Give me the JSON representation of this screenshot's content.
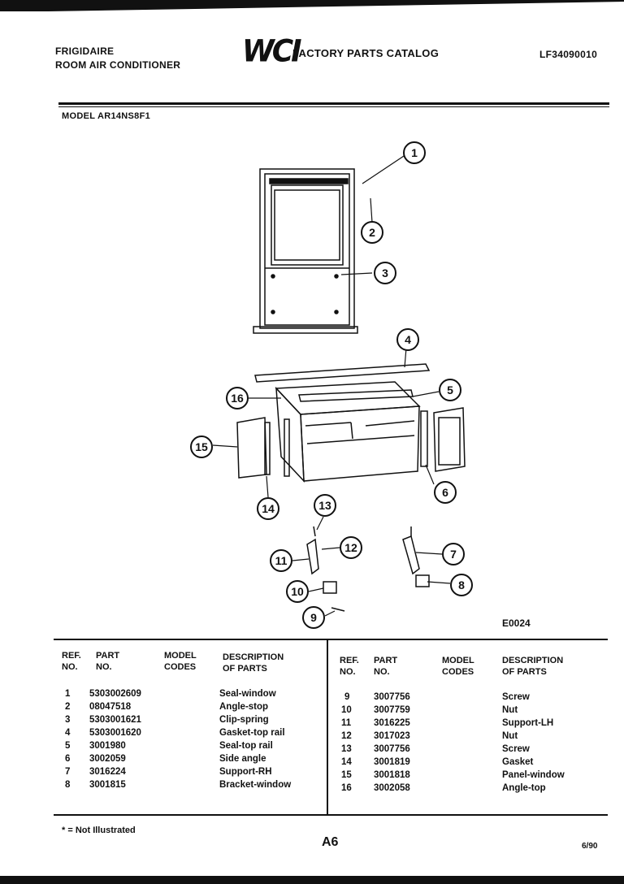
{
  "header": {
    "brand": "FRIGIDAIRE",
    "product": "ROOM AIR CONDITIONER",
    "logo": "WCI",
    "catalog_title": "FACTORY PARTS CATALOG",
    "catalog_no": "LF34090010",
    "model": "MODEL AR14NS8F1"
  },
  "diagram": {
    "code": "E0024",
    "callouts": [
      "1",
      "2",
      "3",
      "4",
      "5",
      "6",
      "7",
      "8",
      "9",
      "10",
      "11",
      "12",
      "13",
      "14",
      "15",
      "16"
    ]
  },
  "table": {
    "headers": {
      "ref": [
        "REF.",
        "NO."
      ],
      "part": [
        "PART",
        "NO."
      ],
      "model": [
        "MODEL",
        "CODES"
      ],
      "desc": [
        "DESCRIPTION",
        "OF PARTS"
      ]
    },
    "left_rows": [
      {
        "ref": "1",
        "part": "5303002609",
        "desc": "Seal-window"
      },
      {
        "ref": "2",
        "part": "08047518",
        "desc": "Angle-stop"
      },
      {
        "ref": "3",
        "part": "5303001621",
        "desc": "Clip-spring"
      },
      {
        "ref": "4",
        "part": "5303001620",
        "desc": "Gasket-top rail"
      },
      {
        "ref": "5",
        "part": "3001980",
        "desc": "Seal-top rail"
      },
      {
        "ref": "6",
        "part": "3002059",
        "desc": "Side angle"
      },
      {
        "ref": "7",
        "part": "3016224",
        "desc": "Support-RH"
      },
      {
        "ref": "8",
        "part": "3001815",
        "desc": "Bracket-window"
      }
    ],
    "right_rows": [
      {
        "ref": "9",
        "part": "3007756",
        "desc": "Screw"
      },
      {
        "ref": "10",
        "part": "3007759",
        "desc": "Nut"
      },
      {
        "ref": "11",
        "part": "3016225",
        "desc": "Support-LH"
      },
      {
        "ref": "12",
        "part": "3017023",
        "desc": "Nut"
      },
      {
        "ref": "13",
        "part": "3007756",
        "desc": "Screw"
      },
      {
        "ref": "14",
        "part": "3001819",
        "desc": "Gasket"
      },
      {
        "ref": "15",
        "part": "3001818",
        "desc": "Panel-window"
      },
      {
        "ref": "16",
        "part": "3002058",
        "desc": "Angle-top"
      }
    ]
  },
  "footer": {
    "note": "* = Not Illustrated",
    "page": "A6",
    "date": "6/90"
  }
}
